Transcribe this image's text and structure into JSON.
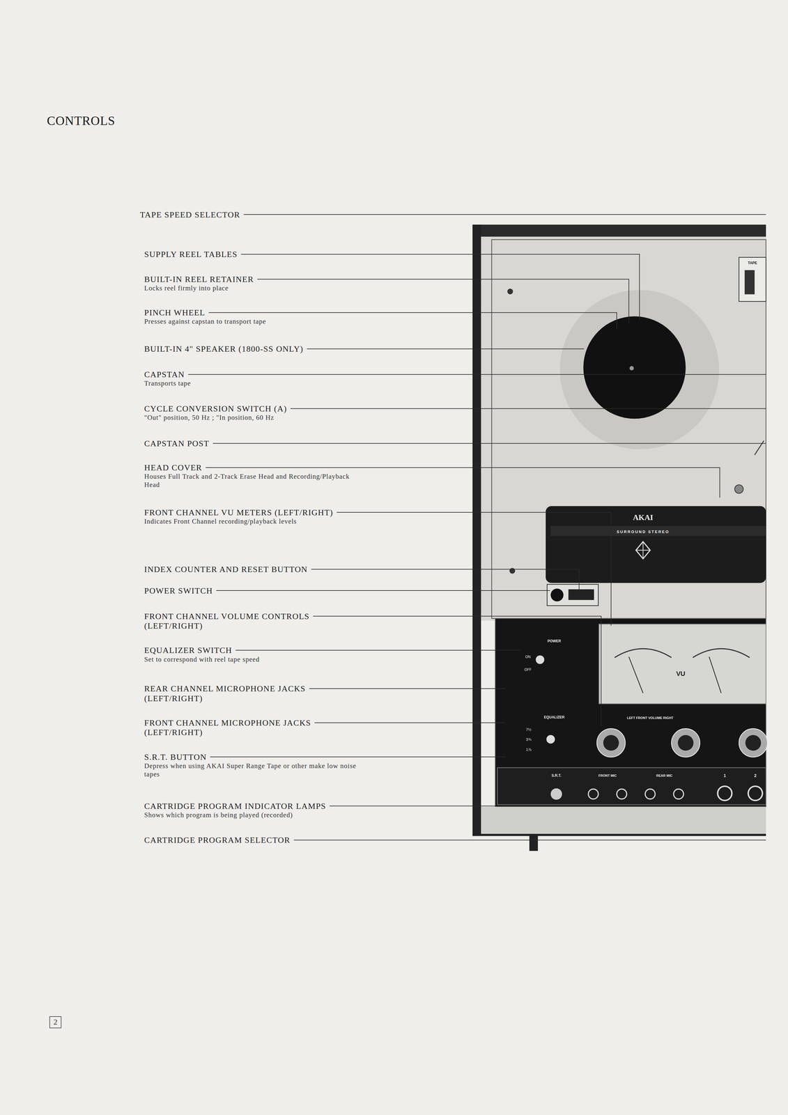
{
  "diagram": {
    "title": "CONTROLS",
    "labels": [
      "TAPE SPEED SELECTOR",
      "SUPPLY REEL TABLES",
      "BUILT-IN REEL RETAINER",
      "Locks reel firmly into place",
      "PINCH WHEEL",
      "Presses against capstan to transport tape",
      "BUILT-IN 4\" SPEAKER (1800-SS ONLY)",
      "CAPSTAN",
      "Transports tape",
      "CYCLE CONVERSION SWITCH (A)",
      "\"Out\" position, 50 Hz ; \"In position, 60 Hz",
      "CAPSTAN POST",
      "HEAD COVER",
      "Houses Full Track and 2-Track Erase Head and Recording/Playback Head",
      "FRONT CHANNEL VU METERS (LEFT/RIGHT)",
      "Indicates Front Channel recording/playback levels",
      "INDEX COUNTER AND RESET BUTTON",
      "POWER SWITCH",
      "FRONT CHANNEL VOLUME CONTROLS (LEFT/RIGHT)",
      "EQUALIZER SWITCH",
      "Set to correspond with reel tape speed",
      "REAR CHANNEL MICROPHONE JACKS (LEFT/RIGHT)",
      "FRONT CHANNEL MICROPHONE JACKS (LEFT/RIGHT)",
      "S.R.T. BUTTON",
      "Depress when using AKAI Super Range Tape or other make low noise tapes",
      "CARTRIDGE PROGRAM INDICATOR LAMPS",
      "Shows which program is being played (recorded)",
      "CARTRIDGE PROGRAM SELECTOR",
      "2",
      "TAPE",
      "AKAI",
      "SURROUND STEREO",
      "POWER",
      "ON",
      "OFF",
      "VU",
      "EQUALIZER",
      "7½",
      "3¾",
      "1⅞",
      "LEFT FRONT VOLUME RIGHT",
      "S.R.T.",
      "FRONT MIC",
      "REAR MIC",
      "1",
      "2"
    ]
  }
}
